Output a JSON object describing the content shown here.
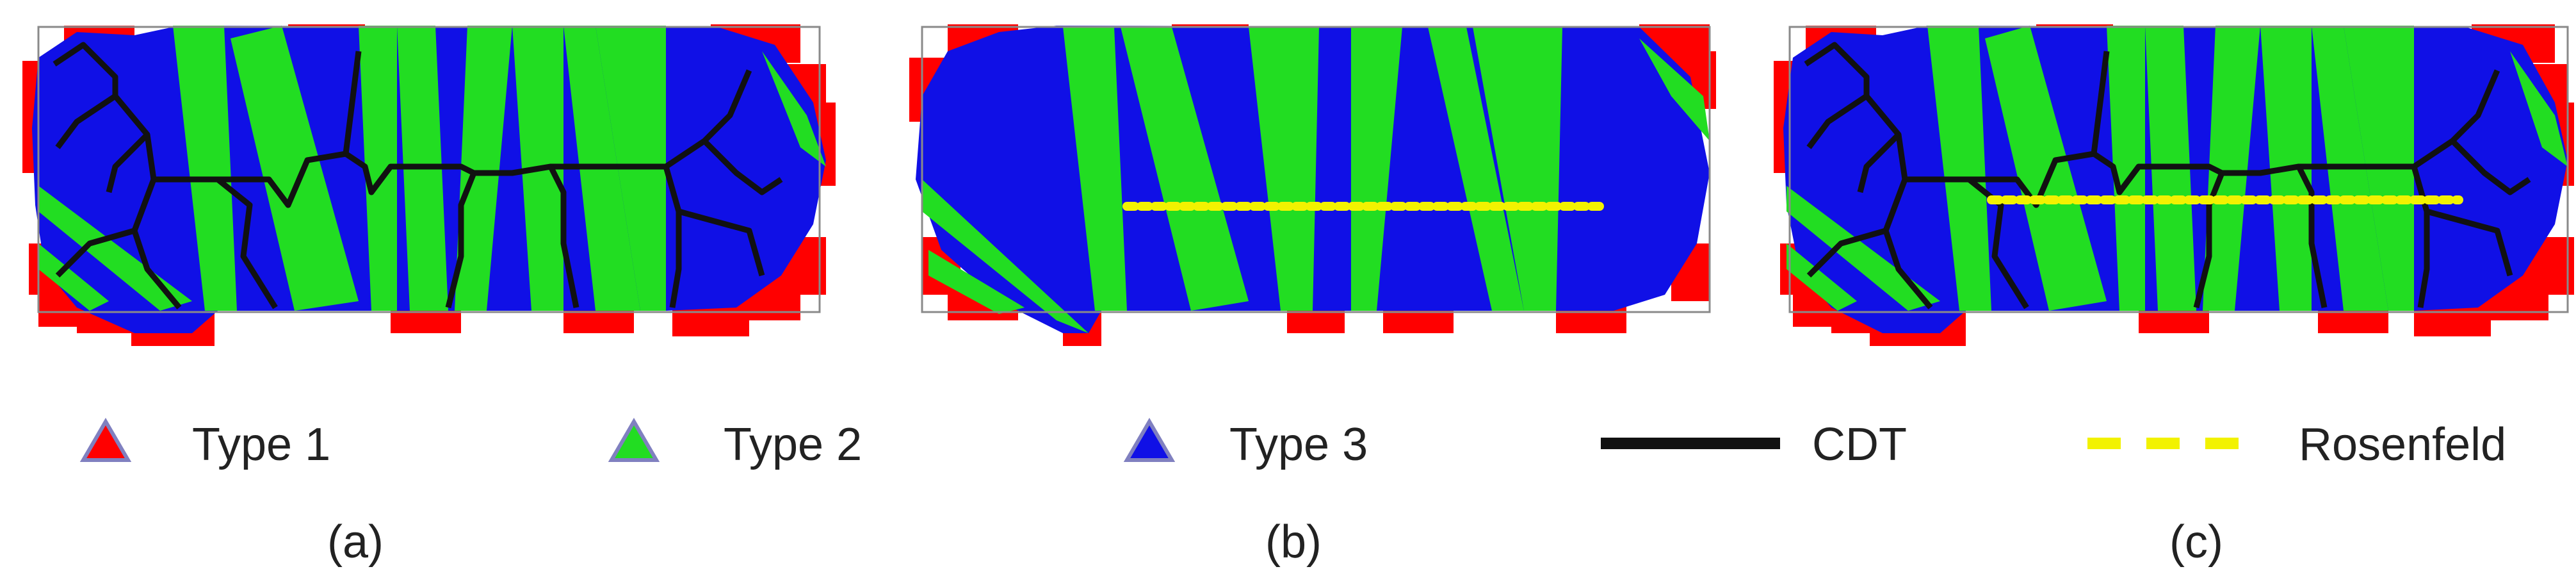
{
  "colors": {
    "type1": "#ff0000",
    "type2": "#22dd22",
    "type3": "#1010e6",
    "cdt": "#111111",
    "rosenfeld": "#f2f200",
    "outline": "#8a8a8a"
  },
  "legend": {
    "type1": "Type 1",
    "type2": "Type 2",
    "type3": "Type 3",
    "cdt": "CDT",
    "rosenfeld": "Rosenfeld"
  },
  "panels": {
    "a": "(a)",
    "b": "(b)",
    "c": "(c)"
  }
}
